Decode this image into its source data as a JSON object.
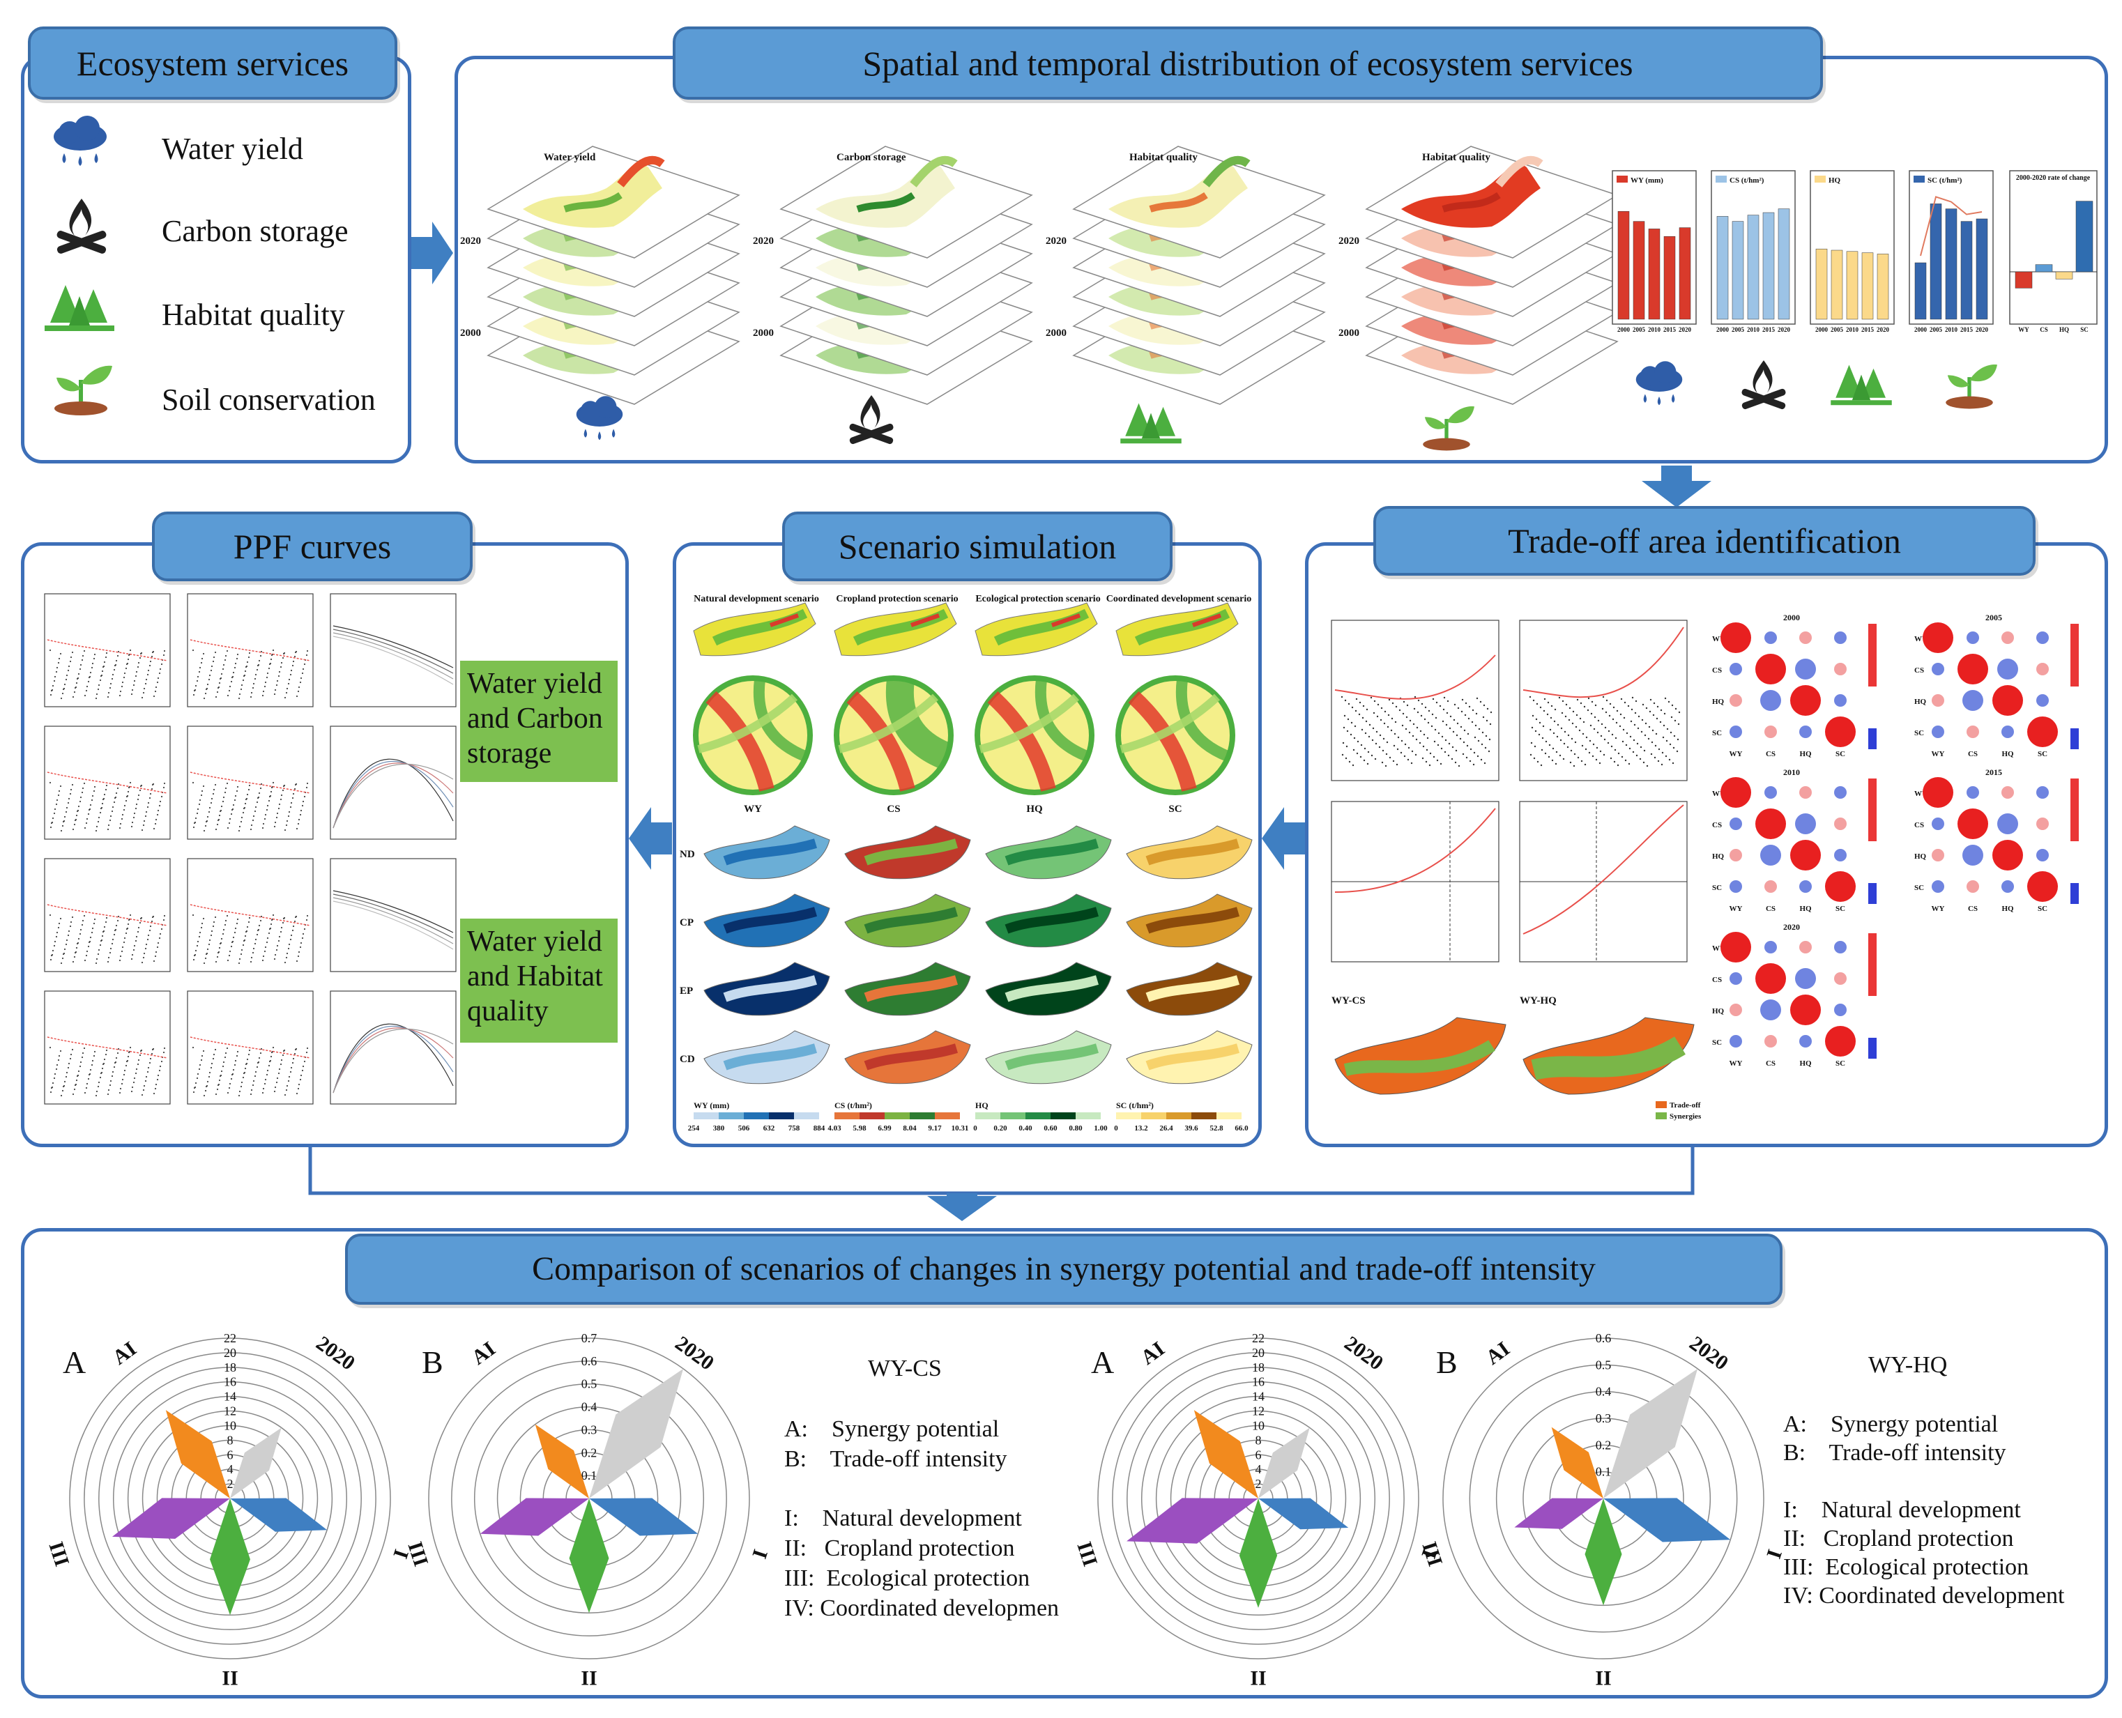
{
  "colors": {
    "panel_border": "#3d6fb8",
    "header_fill": "#5b9bd5",
    "green_label": "#7dc050",
    "orange": "#f28a1e",
    "gray": "#cfcfcf",
    "blue": "#3f7fc2",
    "green": "#4caf3f",
    "purple": "#9b4fc0"
  },
  "ecosystem_services": {
    "title": "Ecosystem services",
    "items": [
      {
        "label": "Water yield",
        "icon": "rain-cloud-icon"
      },
      {
        "label": "Carbon storage",
        "icon": "campfire-icon"
      },
      {
        "label": "Habitat quality",
        "icon": "trees-icon"
      },
      {
        "label": "Soil conservation",
        "icon": "sprout-icon"
      }
    ]
  },
  "spatial": {
    "title": "Spatial and temporal distribution of ecosystem services",
    "map_stacks": [
      {
        "label": "Water yield",
        "year_top": "2020",
        "year_bottom": "2000"
      },
      {
        "label": "Carbon storage",
        "year_top": "2020",
        "year_bottom": "2000"
      },
      {
        "label": "Habitat quality",
        "year_top": "2020",
        "year_bottom": "2000"
      },
      {
        "label": "Habitat quality",
        "year_top": "2020",
        "year_bottom": "2000"
      }
    ],
    "mini_bars": [
      {
        "legend": "WY (mm)",
        "values": [
          0.86,
          0.78,
          0.72,
          0.66,
          0.73
        ],
        "color": "#d93a2b"
      },
      {
        "legend": "CS (t/hm²)",
        "values": [
          0.82,
          0.78,
          0.83,
          0.85,
          0.88
        ],
        "color": "#9cc3e6"
      },
      {
        "legend": "HQ",
        "values": [
          0.56,
          0.55,
          0.54,
          0.53,
          0.52
        ],
        "color": "#fbd98a"
      },
      {
        "legend": "SC (t/hm²)",
        "values": [
          0.45,
          0.92,
          0.88,
          0.78,
          0.8
        ],
        "color": "#3566ad"
      }
    ],
    "change_chart": {
      "legend": "2000-2020 rate of change",
      "categories": [
        "WY",
        "CS",
        "HQ",
        "SC"
      ],
      "values": [
        -0.18,
        0.08,
        -0.08,
        0.78
      ]
    },
    "year_ticks": [
      "2000",
      "2005",
      "2010",
      "2015",
      "2020"
    ]
  },
  "ppf": {
    "title": "PPF curves",
    "label_wy_cs": "Water yield and Carbon storage",
    "label_wy_hq": "Water yield and Habitat quality"
  },
  "scenario": {
    "title": "Scenario simulation",
    "scenarios": [
      "Natural development scenario",
      "Cropland protection scenario",
      "Ecological protection scenario",
      "Coordinated development scenario"
    ],
    "service_cols": [
      "WY",
      "CS",
      "HQ",
      "SC"
    ],
    "rows": [
      "ND",
      "CP",
      "EP",
      "CD"
    ],
    "legend_wy": {
      "label": "WY (mm)",
      "ticks": [
        "254",
        "380",
        "506",
        "632",
        "758",
        "884"
      ]
    },
    "legend_cs": {
      "label": "CS (t/hm²)",
      "ticks": [
        "4.03",
        "5.98",
        "6.99",
        "8.04",
        "9.17",
        "10.31"
      ]
    },
    "legend_hq": {
      "label": "HQ",
      "ticks": [
        "0",
        "0.20",
        "0.40",
        "0.60",
        "0.80",
        "1.00"
      ]
    },
    "legend_sc": {
      "label": "SC (t/hm²)",
      "ticks": [
        "0",
        "13.2",
        "26.4",
        "39.6",
        "52.8",
        "66.0"
      ]
    }
  },
  "tradeoff": {
    "title": "Trade-off area identification",
    "maps": [
      "WY-CS",
      "WY-HQ"
    ],
    "map_legend": [
      "Trade-off",
      "Synergies"
    ],
    "corr_years": [
      "2000",
      "2005",
      "2010",
      "2015",
      "2020"
    ],
    "corr_labels": [
      "WY",
      "CS",
      "HQ",
      "SC"
    ]
  },
  "comparison": {
    "title": "Comparison of scenarios of changes in synergy potential and trade-off intensity",
    "radar_axes": [
      "2020",
      "I",
      "II",
      "III",
      "AI"
    ],
    "charts": [
      {
        "letter": "A",
        "ticks": [
          "2",
          "4",
          "6",
          "8",
          "10",
          "12",
          "14",
          "16",
          "18",
          "20",
          "22"
        ],
        "max": 22,
        "values": [
          12,
          14,
          16,
          17,
          15
        ]
      },
      {
        "letter": "B",
        "ticks": [
          "0.1",
          "0.2",
          "0.3",
          "0.4",
          "0.5",
          "0.6",
          "0.7"
        ],
        "max": 0.7,
        "values": [
          0.7,
          0.5,
          0.5,
          0.5,
          0.4
        ]
      },
      {
        "letter": "A",
        "ticks": [
          "2",
          "4",
          "6",
          "8",
          "10",
          "12",
          "14",
          "16",
          "18",
          "20",
          "22"
        ],
        "max": 22,
        "values": [
          12,
          13,
          15,
          19,
          15
        ]
      },
      {
        "letter": "B",
        "ticks": [
          "0.1",
          "0.2",
          "0.3",
          "0.4",
          "0.5",
          "0.6"
        ],
        "max": 0.6,
        "values": [
          0.6,
          0.5,
          0.4,
          0.35,
          0.33
        ]
      }
    ],
    "legend_groups": [
      {
        "title": "WY-CS",
        "a": "A:    Synergy potential",
        "b": "B:    Trade-off intensity",
        "i": "I:    Natural development",
        "ii": "II:   Cropland protection",
        "iii": "III:  Ecological protection",
        "iv": "IV: Coordinated developmen"
      },
      {
        "title": "WY-HQ",
        "a": "A:    Synergy potential",
        "b": "B:    Trade-off intensity",
        "i": "I:    Natural development",
        "ii": "II:   Cropland protection",
        "iii": "III:  Ecological protection",
        "iv": "IV: Coordinated development"
      }
    ]
  }
}
